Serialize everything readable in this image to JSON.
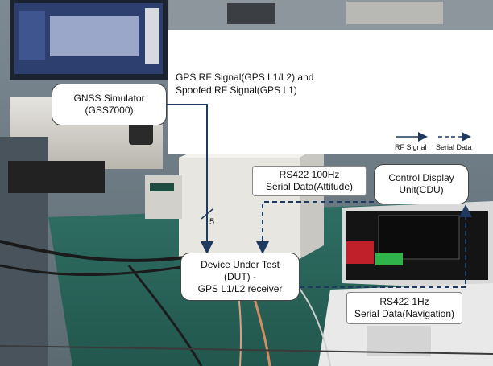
{
  "rf_note": {
    "line1": "GPS RF Signal(GPS L1/L2) and",
    "line2": "Spoofed RF Signal(GPS L1)"
  },
  "simulator": {
    "line1": "GNSS Simulator",
    "line2": "(GSS7000)"
  },
  "rs422_attitude": {
    "line1": "RS422 100Hz",
    "line2": "Serial Data(Attitude)"
  },
  "cdu": {
    "line1": "Control Display",
    "line2": "Unit(CDU)"
  },
  "dut": {
    "line1": "Device Under Test",
    "line2": "(DUT) -",
    "line3": "GPS L1/L2 receiver"
  },
  "rs422_navigation": {
    "line1": "RS422 1Hz",
    "line2": "Serial Data(Navigation)"
  },
  "cable_count": "5",
  "legend": {
    "rf_label": "RF Signal",
    "serial_label": "Serial Data"
  },
  "colors": {
    "arrow": "#1f3a60",
    "box_border": "#444444",
    "white_panel": "#ffffff"
  }
}
